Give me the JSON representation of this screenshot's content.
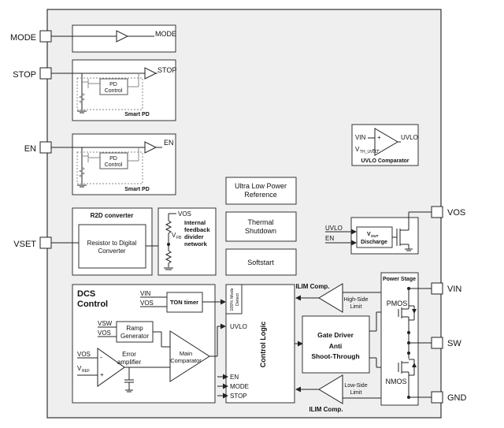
{
  "pins": {
    "mode": "MODE",
    "stop": "STOP",
    "en": "EN",
    "vset": "VSET",
    "vos": "VOS",
    "vin": "VIN",
    "sw": "SW",
    "gnd": "GND"
  },
  "blocks": {
    "mode_buffer_label": "MODE",
    "stop_buffer_label": "STOP",
    "en_buffer_label": "EN",
    "pd_control": [
      "PD",
      "Control"
    ],
    "smart_pd": "Smart PD",
    "uvlo_comparator": {
      "vin": "VIN",
      "vth_main": "V",
      "vth_sub": "TH_UVLO",
      "uvlo": "UVLO",
      "title": "UVLO Comparator",
      "plus": "+",
      "minus": "-"
    },
    "ultra_low_power_reference": [
      "Ultra Low Power",
      "Reference"
    ],
    "thermal_shutdown": [
      "Thermal",
      "Shutdown"
    ],
    "softstart": "Softstart",
    "r2d_title": "R2D converter",
    "r2d_block": [
      "Resistor to Digital",
      "Converter"
    ],
    "feedback": {
      "vos": "VOS",
      "vfb_main": "V",
      "vfb_sub": "FB",
      "label": [
        "Internal",
        "feedback",
        "divider",
        "network"
      ]
    },
    "vout_discharge": {
      "uvlo": "UVLO",
      "en": "EN",
      "main": "V",
      "sub": "OUT",
      "word": "Discharge"
    },
    "dcs_control": [
      "DCS",
      "Control"
    ],
    "ton_timer": {
      "vin": "VIN",
      "vos": "VOS",
      "label": "TON timer"
    },
    "ramp_generator": {
      "vsw": "VSW",
      "vos": "VOS",
      "label": [
        "Ramp",
        "Generator"
      ]
    },
    "error_amplifier": {
      "vos": "VOS",
      "vref_main": "V",
      "vref_sub": "REF",
      "label": [
        "Error",
        "amplifier"
      ],
      "plus": "+",
      "minus": "-"
    },
    "main_comparator": [
      "Main",
      "Comparator"
    ],
    "mode_detect": [
      "100% Mode",
      "Detect"
    ],
    "control_logic": {
      "title": "Control Logic",
      "inputs": [
        "UVLO",
        "EN",
        "MODE",
        "STOP"
      ]
    },
    "gate_driver": [
      "Gate Driver",
      "Anti",
      "Shoot-Through"
    ],
    "ilim_high": {
      "comp": "ILIM Comp.",
      "label": [
        "High-Side",
        "Limit"
      ]
    },
    "ilim_low": {
      "comp": "ILIM Comp.",
      "label": [
        "Low-Side",
        "Limit"
      ]
    },
    "power_stage": {
      "title": "Power Stage",
      "pmos": "PMOS",
      "nmos": "NMOS"
    }
  }
}
